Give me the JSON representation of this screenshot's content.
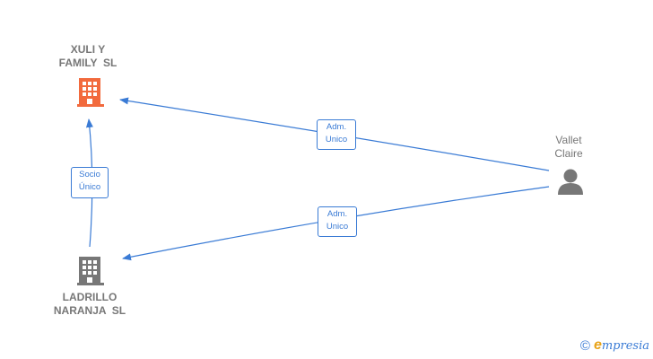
{
  "nodes": {
    "xuli": {
      "line1": "XULI Y",
      "line2": "FAMILY  SL",
      "color": "#f26a3d"
    },
    "ladrillo": {
      "line1": "LADRILLO",
      "line2": "NARANJA  SL",
      "color": "#777777"
    },
    "vallet": {
      "line1": "Vallet",
      "line2": "Claire",
      "color": "#777777"
    }
  },
  "edges": {
    "socio": {
      "line1": "Socio",
      "line2": "Único"
    },
    "adm_xuli": {
      "line1": "Adm.",
      "line2": "Unico"
    },
    "adm_ladrillo": {
      "line1": "Adm.",
      "line2": "Unico"
    }
  },
  "colors": {
    "edge": "#3a7bd5"
  },
  "brand": {
    "copyright": "©",
    "e": "e",
    "rest": "mpresia"
  }
}
